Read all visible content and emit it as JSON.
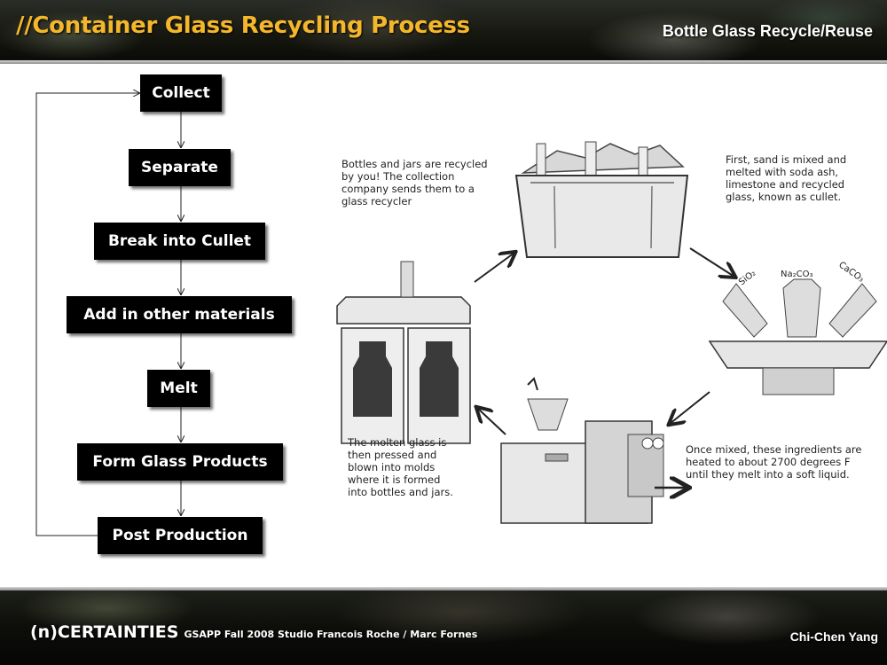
{
  "header": {
    "title": "//Container Glass Recycling Process",
    "subtitle": "Bottle Glass Recycle/Reuse"
  },
  "flowchart": {
    "steps": [
      "Collect",
      "Separate",
      "Break into Cullet",
      "Add in other materials",
      "Melt",
      "Form Glass Products",
      "Post Production"
    ]
  },
  "illustration": {
    "captions": {
      "collect": "Bottles and jars are recycled by you! The collection company sends them to a glass recycler",
      "mix": "First, sand is mixed and melted with soda ash, limestone and recycled glass, known as cullet.",
      "heat": "Once mixed, these ingredients are heated to about 2700 degrees F until they melt into a soft liquid.",
      "mold": "The molten glass is then pressed and blown into molds where it is formed into bottles and jars."
    },
    "chemicals": {
      "sio2": "SiO₂",
      "na2co3": "Na₂CO₃",
      "caco3": "CaCO₃"
    }
  },
  "footer": {
    "brand": "(n)CERTAINTIES",
    "credit": "GSAPP Fall 2008 Studio Francois Roche / Marc Fornes",
    "author": "Chi-Chen Yang"
  }
}
